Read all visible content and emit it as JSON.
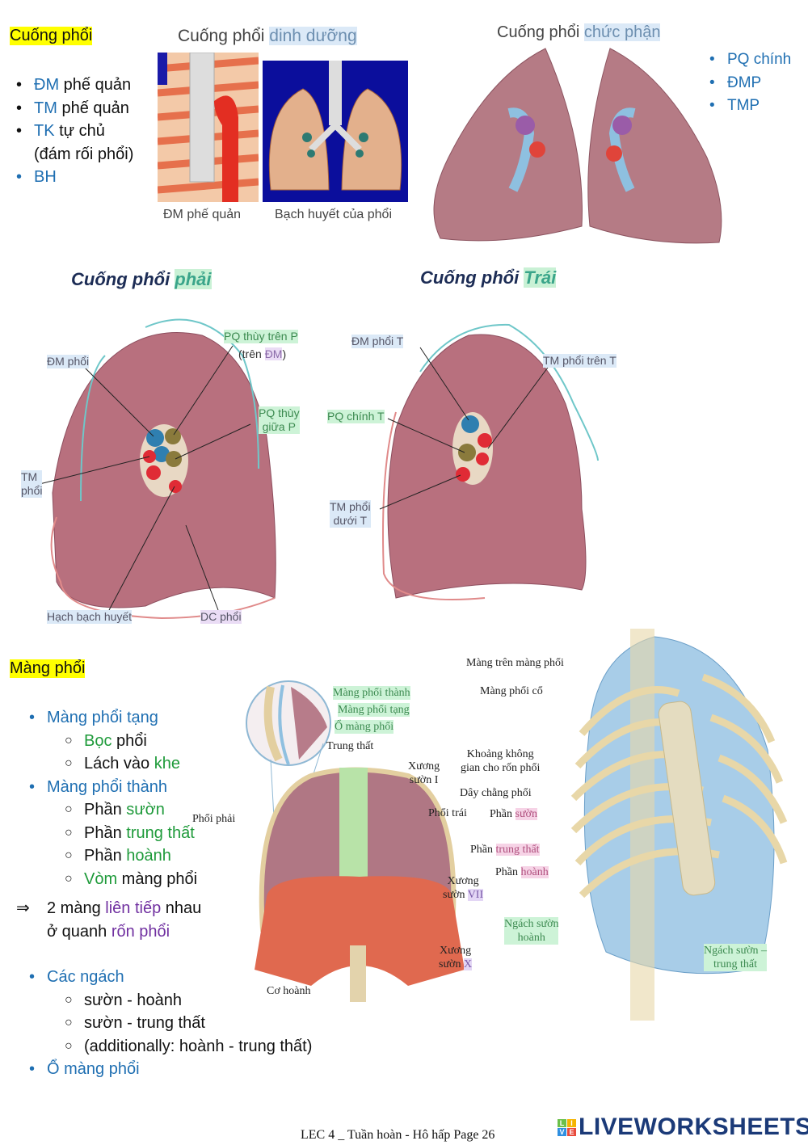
{
  "section1": {
    "heading": "Cuống phổi",
    "bullets": [
      {
        "abbr": "ĐM",
        "rest": " phế quản"
      },
      {
        "abbr": "TM",
        "rest": " phế quản"
      },
      {
        "abbr": "TK",
        "rest": " tự chủ"
      },
      {
        "abbr": "",
        "rest": "(đám rối phổi)"
      },
      {
        "abbr": "BH",
        "rest": ""
      }
    ],
    "nutrition_title_a": "Cuống phổi ",
    "nutrition_title_b": "dinh dưỡng",
    "caption_1": "ĐM phế quản",
    "caption_2": "Bạch huyết của phổi",
    "function_title_a": "Cuống phổi ",
    "function_title_b": "chức phận",
    "function_list": [
      "PQ chính",
      "ĐMP",
      "TMP"
    ]
  },
  "section2": {
    "right_title_a": "Cuống phổi ",
    "right_title_b": "phải",
    "left_title_a": "Cuống phổi ",
    "left_title_b": "Trái",
    "right_labels": {
      "dm_phoi": "ĐM phổi",
      "pq_thuy_tren": "PQ thùy trên P",
      "tren_dm_a": "(trên ",
      "tren_dm_b": "ĐM",
      "tren_dm_c": ")",
      "pq_thuy_giua_1": "PQ thùy",
      "pq_thuy_giua_2": "giữa P",
      "tm_phoi_1": "TM",
      "tm_phoi_2": "phổi",
      "hach": "Hạch bạch huyết",
      "dc_phoi": "DC phổi"
    },
    "left_labels": {
      "dm_phoi_t": "ĐM phổi T",
      "tm_phoi_tren_t": "TM phổi trên T",
      "pq_chinh_t": "PQ chính T",
      "tm_phoi_duoi_1": "TM phổi",
      "tm_phoi_duoi_2": "dưới T"
    }
  },
  "section3": {
    "heading": "Màng phổi",
    "items": [
      {
        "level": 1,
        "parts": [
          [
            "blue",
            "Màng phổi tạng"
          ]
        ]
      },
      {
        "level": 2,
        "parts": [
          [
            "green",
            "Bọc"
          ],
          [
            "",
            "  phổi"
          ]
        ]
      },
      {
        "level": 2,
        "parts": [
          [
            "",
            "Lách vào "
          ],
          [
            "green",
            "khe"
          ]
        ]
      },
      {
        "level": 1,
        "parts": [
          [
            "blue",
            "Màng phổi thành"
          ]
        ]
      },
      {
        "level": 2,
        "parts": [
          [
            "",
            "Phần "
          ],
          [
            "green",
            "sườn"
          ]
        ]
      },
      {
        "level": 2,
        "parts": [
          [
            "",
            "Phần "
          ],
          [
            "green",
            "trung thất"
          ]
        ]
      },
      {
        "level": 2,
        "parts": [
          [
            "",
            "Phần "
          ],
          [
            "green",
            "hoành"
          ]
        ]
      },
      {
        "level": 2,
        "parts": [
          [
            "green",
            "Vòm"
          ],
          [
            "",
            " màng phổi"
          ]
        ]
      }
    ],
    "arrow": "⇒",
    "conclusion_1a": "2 màng ",
    "conclusion_1b": "liên tiếp",
    "conclusion_1c": " nhau",
    "conclusion_2a": "ở quanh ",
    "conclusion_2b": "rốn phổi",
    "recess_title": "Các ngách",
    "recess_items": [
      "sườn - hoành",
      "sườn - trung thất",
      "(additionally: hoành - trung thất)"
    ],
    "cavity": "Ổ màng phổi",
    "mid_labels": {
      "thanh": "Màng phổi thành",
      "tang": "Màng phổi tạng",
      "o": "Ổ màng phổi",
      "trung_that": "Trung thất",
      "xs1a": "Xương",
      "xs1b": "sườn I",
      "phoi_phai": "Phổi phải",
      "phoi_trai": "Phổi trái",
      "xs7a": "Xương",
      "xs7b": "sườn ",
      "xs7c": "VII",
      "xs10a": "Xương",
      "xs10b": "sườn ",
      "xs10c": "X",
      "co_hoanh": "Cơ hoành"
    },
    "right_labels": {
      "mang_tren": "Màng trên màng phổi",
      "mang_co": "Màng phổi cổ",
      "khoang_1": "Khoảng không",
      "khoang_2": "gian cho rốn phổi",
      "day_chang": "Dây chằng phổi",
      "phan_suon_a": "Phần ",
      "phan_suon_b": "sườn",
      "phan_tt_a": "Phần ",
      "phan_tt_b": "trung thất",
      "phan_hoanh_a": "Phần ",
      "phan_hoanh_b": "hoành",
      "ngach_sh_1": "Ngách sườn",
      "ngach_sh_2": "hoành",
      "ngach_stt_1": "Ngách sườn –",
      "ngach_stt_2": "trung thất"
    }
  },
  "footer": {
    "text": "LEC 4 _ Tuần hoàn - Hô hấp Page 26",
    "logo": "LIVEWORKSHEETS",
    "logo_letters": [
      "L",
      "I",
      "V",
      "E"
    ]
  }
}
